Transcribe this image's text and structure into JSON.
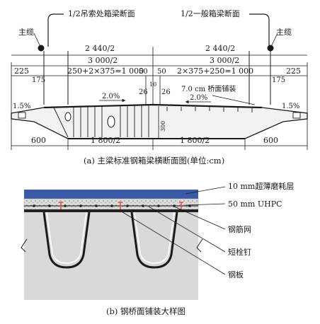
{
  "part_a": {
    "left_section_label": "1/2吊索处箱梁断面",
    "right_section_label": "1/2一般箱梁断面",
    "main_cable_left": "主缆",
    "main_cable_right": "主缆",
    "dim_top_left": "2 440/2",
    "dim_top_right": "2 440/2",
    "dim_second_left": "3 000/2",
    "dim_second_right": "3 000/2",
    "dim_225_left": "225",
    "dim_225_right": "225",
    "dim_175_left": "175",
    "dim_175_right": "175",
    "dim_span_left": "250+2×375=1 000",
    "dim_span_right": "2×375+250=1 000",
    "dim_50_left": "50",
    "dim_50_right": "50",
    "dim_26_left": "26",
    "dim_26_right": "26",
    "dim_10": "10",
    "paving_label": "7.0 cm 桥面铺装",
    "slope_left": "2.0%",
    "slope_right": "2.0%",
    "cross_slope_left": "1.5%",
    "cross_slope_right": "1.5%",
    "depth_label": "300",
    "dim_bottom_600_left": "600",
    "dim_bottom_1800_left": "1 800/2",
    "dim_bottom_1800_right": "1 800/2",
    "dim_bottom_600_right": "600",
    "caption": "(a) 主梁标准钢箱梁横断面图(单位:cm)"
  },
  "part_b": {
    "layer_1": "10 mm超薄磨耗层",
    "layer_2": "50 mm UHPC",
    "layer_3": "钢筋网",
    "layer_4": "短栓钉",
    "layer_5": "钢板",
    "caption": "(b) 钢桥面铺装大样图"
  },
  "colors": {
    "wearing_layer": "#3b5aa6",
    "uhpc_layer": "#b9b9b9",
    "steel_plate": "#d9d9d9",
    "stud_marker": "#e0553c"
  }
}
